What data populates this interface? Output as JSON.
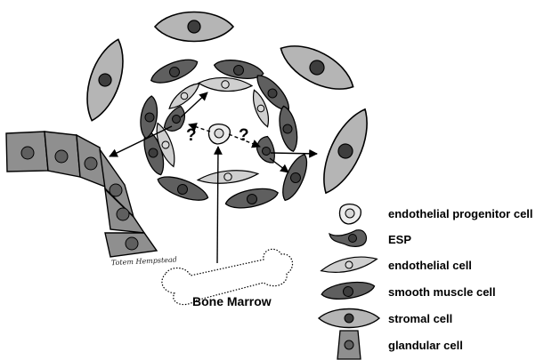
{
  "diagram": {
    "question_marks": [
      "?",
      "?"
    ],
    "bone_marrow_label": "Bone Marrow",
    "signature": "Totem Hempstead",
    "legend": [
      {
        "key": "epc",
        "label": "endothelial progenitor cell"
      },
      {
        "key": "esp",
        "label": "ESP"
      },
      {
        "key": "endo",
        "label": "endothelial cell"
      },
      {
        "key": "smc",
        "label": "smooth muscle cell"
      },
      {
        "key": "stromal",
        "label": "stromal cell"
      },
      {
        "key": "gland",
        "label": "glandular cell"
      }
    ],
    "colors": {
      "smooth_muscle": "#5f5f5f",
      "stromal": "#b5b5b5",
      "endothelial": "#cfcfcf",
      "glandular": "#8f8f8f",
      "nucleus_dark": "#3d3d3d",
      "nucleus_light": "#d8d8d8",
      "outline": "#000000"
    }
  }
}
